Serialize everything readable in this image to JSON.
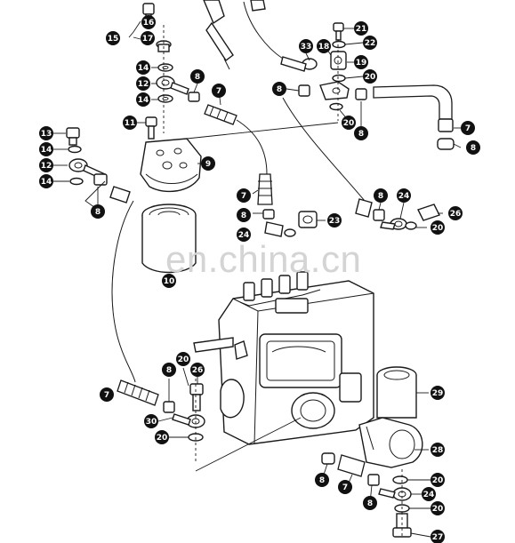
{
  "watermark": {
    "text": "en.china.cn"
  },
  "callouts": [
    {
      "id": "c1",
      "label": "16"
    },
    {
      "id": "c2",
      "label": "15"
    },
    {
      "id": "c3",
      "label": "17"
    },
    {
      "id": "c4",
      "label": "14"
    },
    {
      "id": "c5",
      "label": "12"
    },
    {
      "id": "c6",
      "label": "14"
    },
    {
      "id": "c7",
      "label": "8"
    },
    {
      "id": "c8",
      "label": "7"
    },
    {
      "id": "c9",
      "label": "11"
    },
    {
      "id": "c10",
      "label": "13"
    },
    {
      "id": "c11",
      "label": "14"
    },
    {
      "id": "c12",
      "label": "12"
    },
    {
      "id": "c13",
      "label": "14"
    },
    {
      "id": "c14",
      "label": "9"
    },
    {
      "id": "c15",
      "label": "8"
    },
    {
      "id": "c16",
      "label": "33"
    },
    {
      "id": "c17",
      "label": "18"
    },
    {
      "id": "c18",
      "label": "21"
    },
    {
      "id": "c19",
      "label": "22"
    },
    {
      "id": "c20",
      "label": "19"
    },
    {
      "id": "c21",
      "label": "20"
    },
    {
      "id": "c22",
      "label": "8"
    },
    {
      "id": "c23",
      "label": "20"
    },
    {
      "id": "c24",
      "label": "8"
    },
    {
      "id": "c25",
      "label": "7"
    },
    {
      "id": "c26",
      "label": "8"
    },
    {
      "id": "c27",
      "label": "7"
    },
    {
      "id": "c28",
      "label": "8"
    },
    {
      "id": "c29",
      "label": "23"
    },
    {
      "id": "c30",
      "label": "24"
    },
    {
      "id": "c31",
      "label": "8"
    },
    {
      "id": "c32",
      "label": "24"
    },
    {
      "id": "c33",
      "label": "26"
    },
    {
      "id": "c34",
      "label": "20"
    },
    {
      "id": "c35",
      "label": "10"
    },
    {
      "id": "c36",
      "label": "8"
    },
    {
      "id": "c37",
      "label": "20"
    },
    {
      "id": "c38",
      "label": "26"
    },
    {
      "id": "c39",
      "label": "7"
    },
    {
      "id": "c40",
      "label": "30"
    },
    {
      "id": "c41",
      "label": "20"
    },
    {
      "id": "c42",
      "label": "29"
    },
    {
      "id": "c43",
      "label": "28"
    },
    {
      "id": "c44",
      "label": "8"
    },
    {
      "id": "c45",
      "label": "7"
    },
    {
      "id": "c46",
      "label": "20"
    },
    {
      "id": "c47",
      "label": "24"
    },
    {
      "id": "c48",
      "label": "8"
    },
    {
      "id": "c49",
      "label": "20"
    },
    {
      "id": "c50",
      "label": "27"
    }
  ]
}
